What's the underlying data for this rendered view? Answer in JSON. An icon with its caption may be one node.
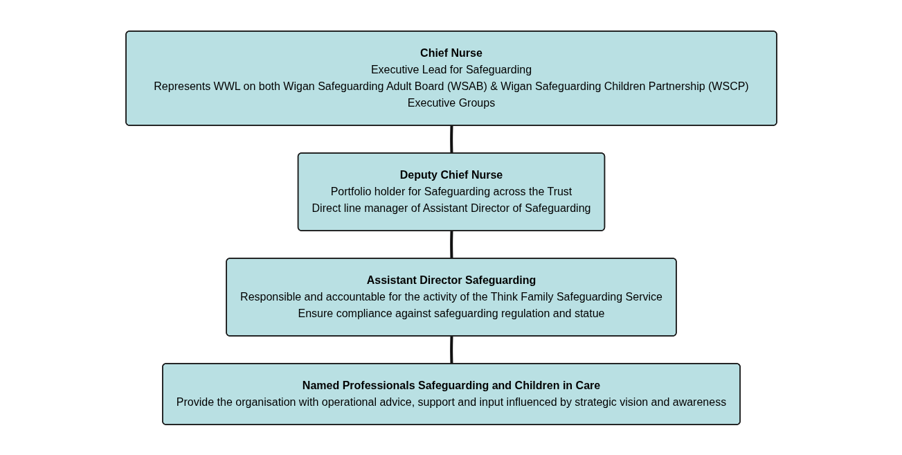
{
  "diagram": {
    "nodes": [
      {
        "text": [
          "Chief Nurse",
          "Executive Lead for Safeguarding",
          "Represents WWL on both Wigan Safeguarding Adult Board (WSAB) & Wigan Safeguarding Children Partnership (WSCP) Executive Groups"
        ]
      },
      {
        "text": [
          "Deputy Chief Nurse",
          "Portfolio holder for Safeguarding across the Trust",
          "Direct line manager of Assistant Director of Safeguarding"
        ]
      },
      {
        "text": [
          "Assistant Director Safeguarding",
          "Responsible and accountable for the activity of the Think Family Safeguarding Service",
          "Ensure compliance against safeguarding regulation and statue"
        ]
      },
      {
        "text": [
          "Named Professionals Safeguarding and Children in Care",
          "Provide the organisation with operational advice, support and input influenced by strategic vision and awareness"
        ]
      }
    ],
    "edges": [
      {
        "from": 0,
        "to": 1,
        "arrow": "none"
      },
      {
        "from": 1,
        "to": 2,
        "arrow": "none"
      },
      {
        "from": 2,
        "to": 3,
        "arrow": "none"
      }
    ]
  }
}
